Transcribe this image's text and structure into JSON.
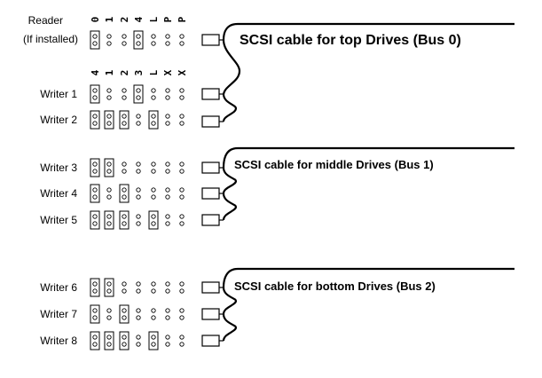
{
  "reader": {
    "label_lines": [
      "Reader",
      "(If installed)"
    ],
    "headers": [
      "0",
      "1",
      "2",
      "4",
      "L",
      "P",
      "P"
    ],
    "jumpers": [
      1,
      0,
      0,
      1,
      0,
      0,
      0
    ]
  },
  "writer_headers": [
    "4",
    "1",
    "2",
    "3",
    "L",
    "X",
    "X"
  ],
  "writers": [
    {
      "label": "Writer 1",
      "jumpers": [
        1,
        0,
        0,
        1,
        0,
        0,
        0
      ]
    },
    {
      "label": "Writer 2",
      "jumpers": [
        1,
        1,
        1,
        0,
        1,
        0,
        0
      ]
    },
    {
      "label": "Writer 3",
      "jumpers": [
        1,
        1,
        0,
        0,
        0,
        0,
        0
      ]
    },
    {
      "label": "Writer 4",
      "jumpers": [
        1,
        0,
        1,
        0,
        0,
        0,
        0
      ]
    },
    {
      "label": "Writer 5",
      "jumpers": [
        1,
        1,
        1,
        0,
        1,
        0,
        0
      ]
    },
    {
      "label": "Writer 6",
      "jumpers": [
        1,
        1,
        0,
        0,
        0,
        0,
        0
      ]
    },
    {
      "label": "Writer 7",
      "jumpers": [
        1,
        0,
        1,
        0,
        0,
        0,
        0
      ]
    },
    {
      "label": "Writer 8",
      "jumpers": [
        1,
        1,
        1,
        0,
        1,
        0,
        0
      ]
    }
  ],
  "cables": [
    {
      "title": "SCSI cable for top Drives (Bus 0)"
    },
    {
      "title": "SCSI cable for middle Drives (Bus 1)"
    },
    {
      "title": "SCSI cable for bottom Drives (Bus 2)"
    }
  ]
}
